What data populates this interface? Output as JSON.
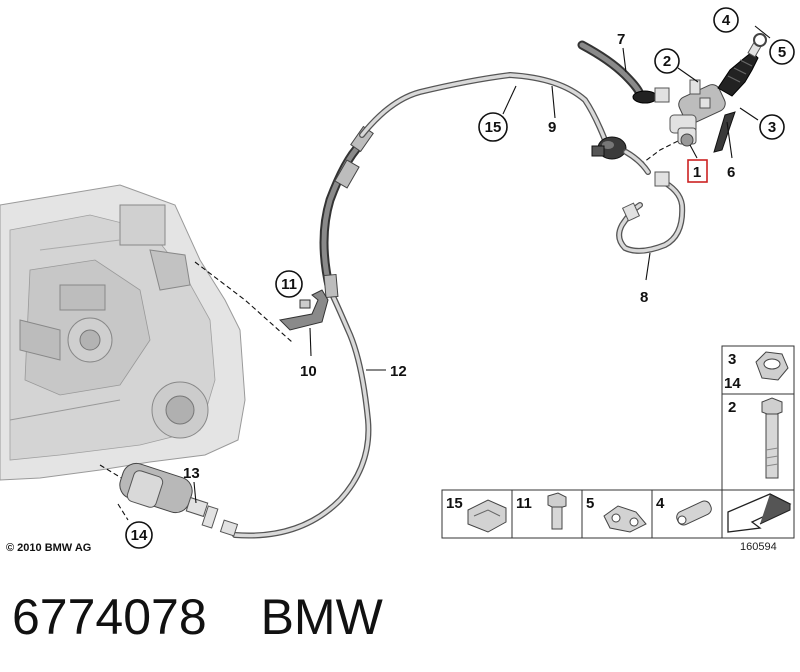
{
  "diagram": {
    "callouts": {
      "c1": "1",
      "c2": "2",
      "c3": "3",
      "c4": "4",
      "c5": "5",
      "c6": "6",
      "c7": "7",
      "c8": "8",
      "c9": "9",
      "c10": "10",
      "c11": "11",
      "c12": "12",
      "c13": "13",
      "c14": "14",
      "c15": "15"
    },
    "highlighted_part": "1",
    "highlight_color": "#cc2222",
    "copyright": "© 2010 BMW AG",
    "image_number": "160594"
  },
  "hardware_table": {
    "vertical": [
      {
        "labels": [
          "3",
          "14"
        ],
        "icon": "nut-icon"
      },
      {
        "labels": [
          "2"
        ],
        "icon": "bolt-icon"
      }
    ],
    "horizontal": [
      {
        "label": "15",
        "icon": "clip-icon"
      },
      {
        "label": "11",
        "icon": "screw-icon"
      },
      {
        "label": "5",
        "icon": "spring-clip-icon"
      },
      {
        "label": "4",
        "icon": "pin-icon"
      },
      {
        "label": "",
        "icon": "arrow-icon"
      }
    ]
  },
  "caption": {
    "part_number": "6774078",
    "brand": "BMW"
  }
}
